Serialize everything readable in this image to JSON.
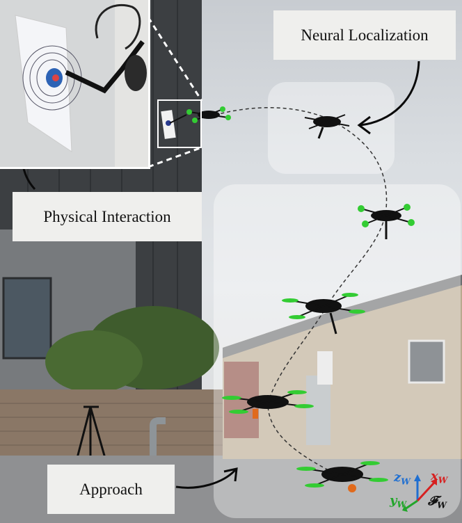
{
  "labels": {
    "neural_localization": "Neural Localization",
    "physical_interaction": "Physical Interaction",
    "approach": "Approach"
  },
  "frame": {
    "x_axis": "x",
    "y_axis": "y",
    "z_axis": "z",
    "subscript": "W",
    "frame_symbol": "𝓕",
    "x_color": "#d62020",
    "y_color": "#22a52a",
    "z_color": "#1f6fd1"
  },
  "colors": {
    "arrow": "#0a0a0a",
    "highlight_panel": "rgba(255,255,255,0.35)"
  }
}
